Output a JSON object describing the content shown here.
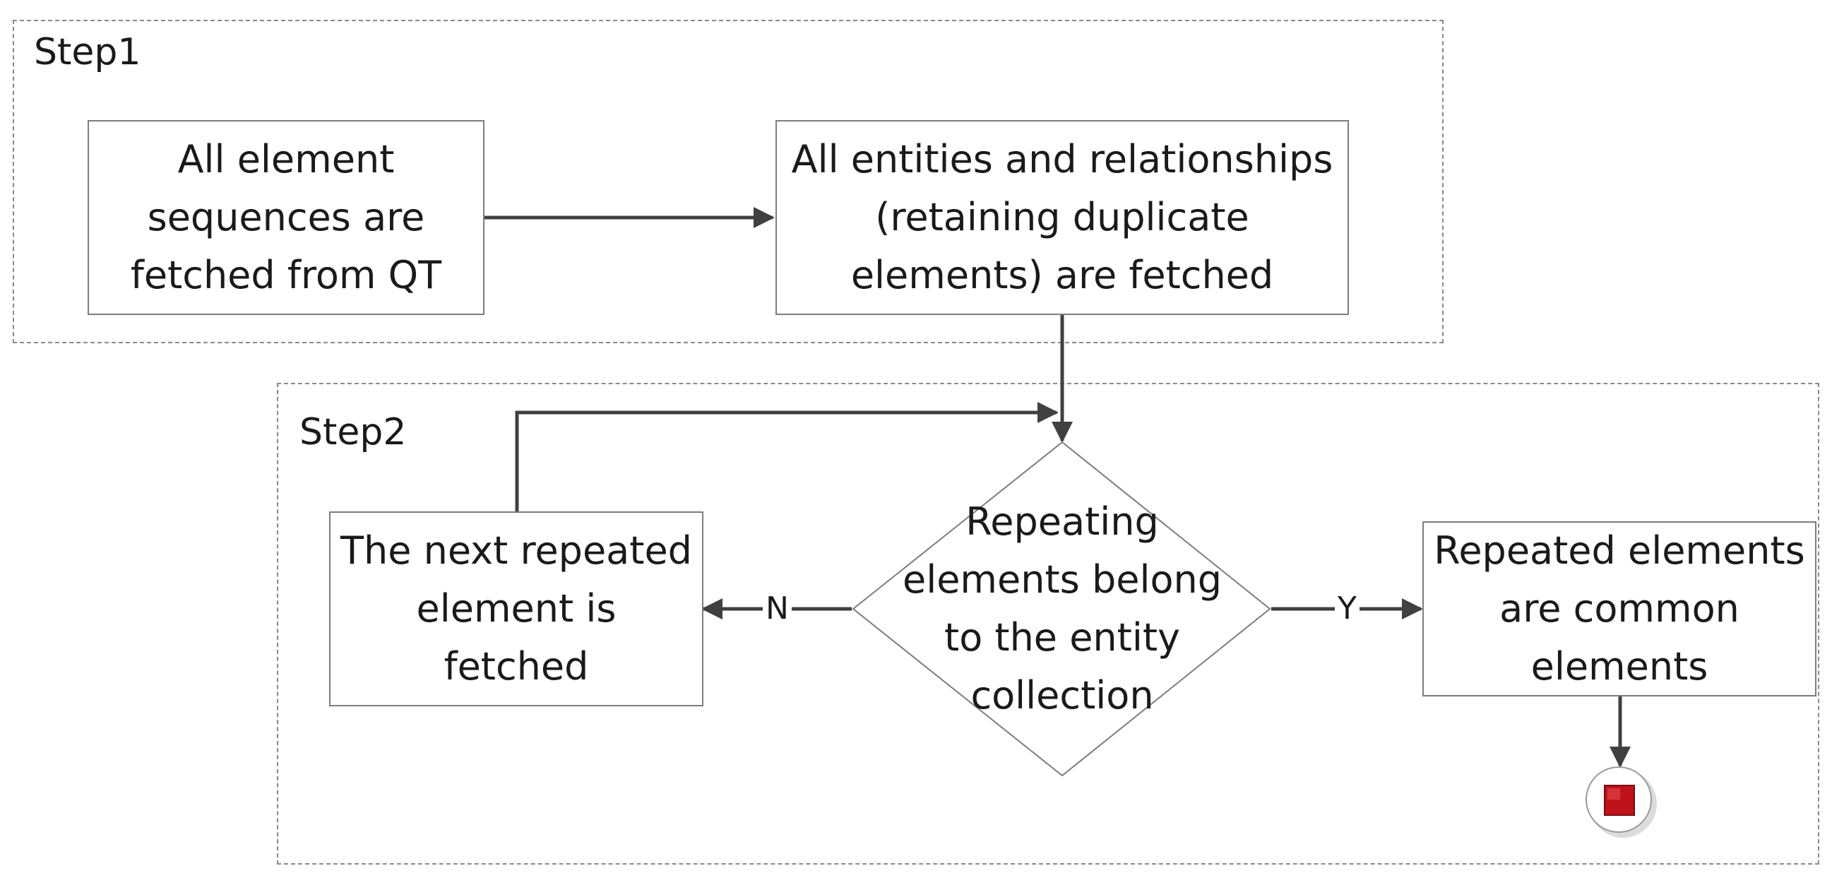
{
  "groups": {
    "step1": {
      "label": "Step1"
    },
    "step2": {
      "label": "Step2"
    }
  },
  "nodes": {
    "fetch_sequences": "All element sequences are fetched from QT",
    "fetch_entities": "All entities and relationships (retaining duplicate elements) are fetched",
    "decision": "Repeating elements belong to the entity collection",
    "next_element": "The next repeated element is fetched",
    "common_elements": "Repeated elements are common elements"
  },
  "edges": {
    "no_label": "N",
    "yes_label": "Y"
  },
  "colors": {
    "line": "#404040",
    "border": "#7d7d7d",
    "group_border": "#8a8a8a",
    "stop_fill": "#c0121a"
  },
  "end_node": {
    "icon": "stop-icon"
  }
}
